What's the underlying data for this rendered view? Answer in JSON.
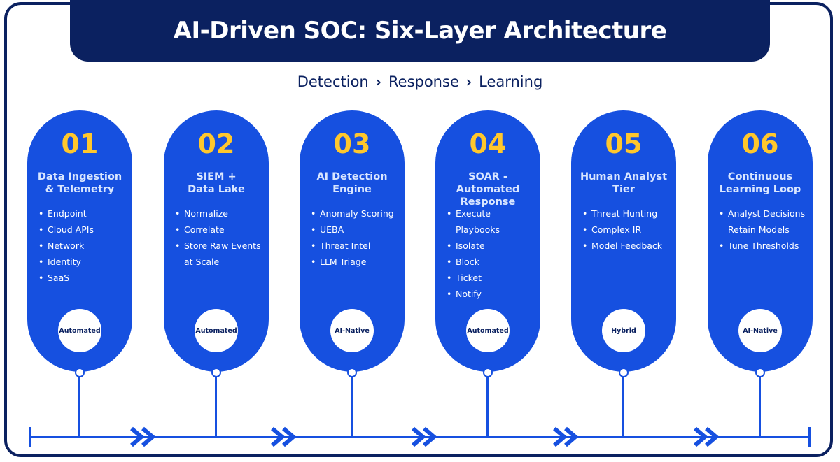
{
  "title": "AI-Driven SOC: Six-Layer Architecture",
  "subtitle": {
    "steps": [
      "Detection",
      "Response",
      "Learning"
    ],
    "separator": "›"
  },
  "colors": {
    "navy": "#0b2160",
    "card_blue": "#1650e0",
    "number_yellow": "#ffc72c",
    "title_light": "#d9e6ff"
  },
  "layers": [
    {
      "number": "01",
      "title": "Data Ingestion\n& Telemetry",
      "items": [
        "Endpoint",
        "Cloud APIs",
        "Network",
        "Identity",
        "SaaS"
      ],
      "badge": "Automated"
    },
    {
      "number": "02",
      "title": "SIEM +\nData Lake",
      "items": [
        "Normalize",
        "Correlate",
        "Store Raw Events",
        "at Scale"
      ],
      "badge": "Automated"
    },
    {
      "number": "03",
      "title": "AI Detection\nEngine",
      "items": [
        "Anomaly Scoring",
        "UEBA",
        "Threat Intel",
        "LLM Triage"
      ],
      "badge": "AI-Native"
    },
    {
      "number": "04",
      "title": "SOAR - Automated\nResponse",
      "items": [
        "Execute Playbooks",
        "Isolate",
        "Block",
        "Ticket",
        "Notify"
      ],
      "badge": "Automated"
    },
    {
      "number": "05",
      "title": "Human Analyst\nTier",
      "items": [
        "Threat Hunting",
        "Complex IR",
        "Model Feedback"
      ],
      "badge": "Hybrid"
    },
    {
      "number": "06",
      "title": "Continuous\nLearning Loop",
      "items": [
        "Analyst Decisions",
        "Retain Models",
        "Tune Thresholds"
      ],
      "badge": "AI-Native"
    }
  ]
}
